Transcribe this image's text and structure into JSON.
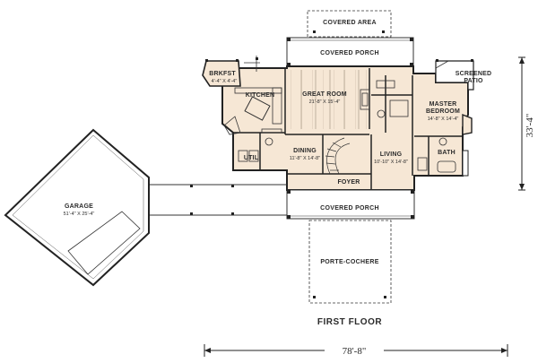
{
  "plan": {
    "title": "FIRST FLOOR",
    "overall_width": "78'-8\"",
    "overall_depth": "33'-4\"",
    "rooms": {
      "covered_area": {
        "name": "COVERED AREA"
      },
      "covered_porch_rear": {
        "name": "COVERED PORCH"
      },
      "covered_porch_front": {
        "name": "COVERED PORCH"
      },
      "porte_cochere": {
        "name": "PORTE-COCHERE"
      },
      "garage": {
        "name": "GARAGE",
        "size": "51'-4\" X 25'-4\""
      },
      "brkfst": {
        "name": "BRKFST",
        "size": "4'-4\" X 4'-4\""
      },
      "kitchen": {
        "name": "KITCHEN"
      },
      "great_room": {
        "name": "GREAT ROOM",
        "size": "21'-8\" X 15'-4\""
      },
      "dining": {
        "name": "DINING",
        "size": "11'-8\" X 14'-8\""
      },
      "living": {
        "name": "LIVING",
        "size": "10'-10\" X 14'-8\""
      },
      "foyer": {
        "name": "FOYER"
      },
      "util": {
        "name": "UTIL"
      },
      "master_bedroom": {
        "name": "MASTER BEDROOM",
        "line1": "MASTER",
        "line2": "BEDROOM",
        "size": "14'-8\" X 14'-4\""
      },
      "bath": {
        "name": "BATH"
      },
      "screened_patio": {
        "name": "SCREENED PATIO",
        "line1": "SCREENED",
        "line2": "PATIO"
      }
    },
    "colors": {
      "floor": "#f6e7d5",
      "wall": "#2b2b2b",
      "paper": "#ffffff"
    }
  }
}
